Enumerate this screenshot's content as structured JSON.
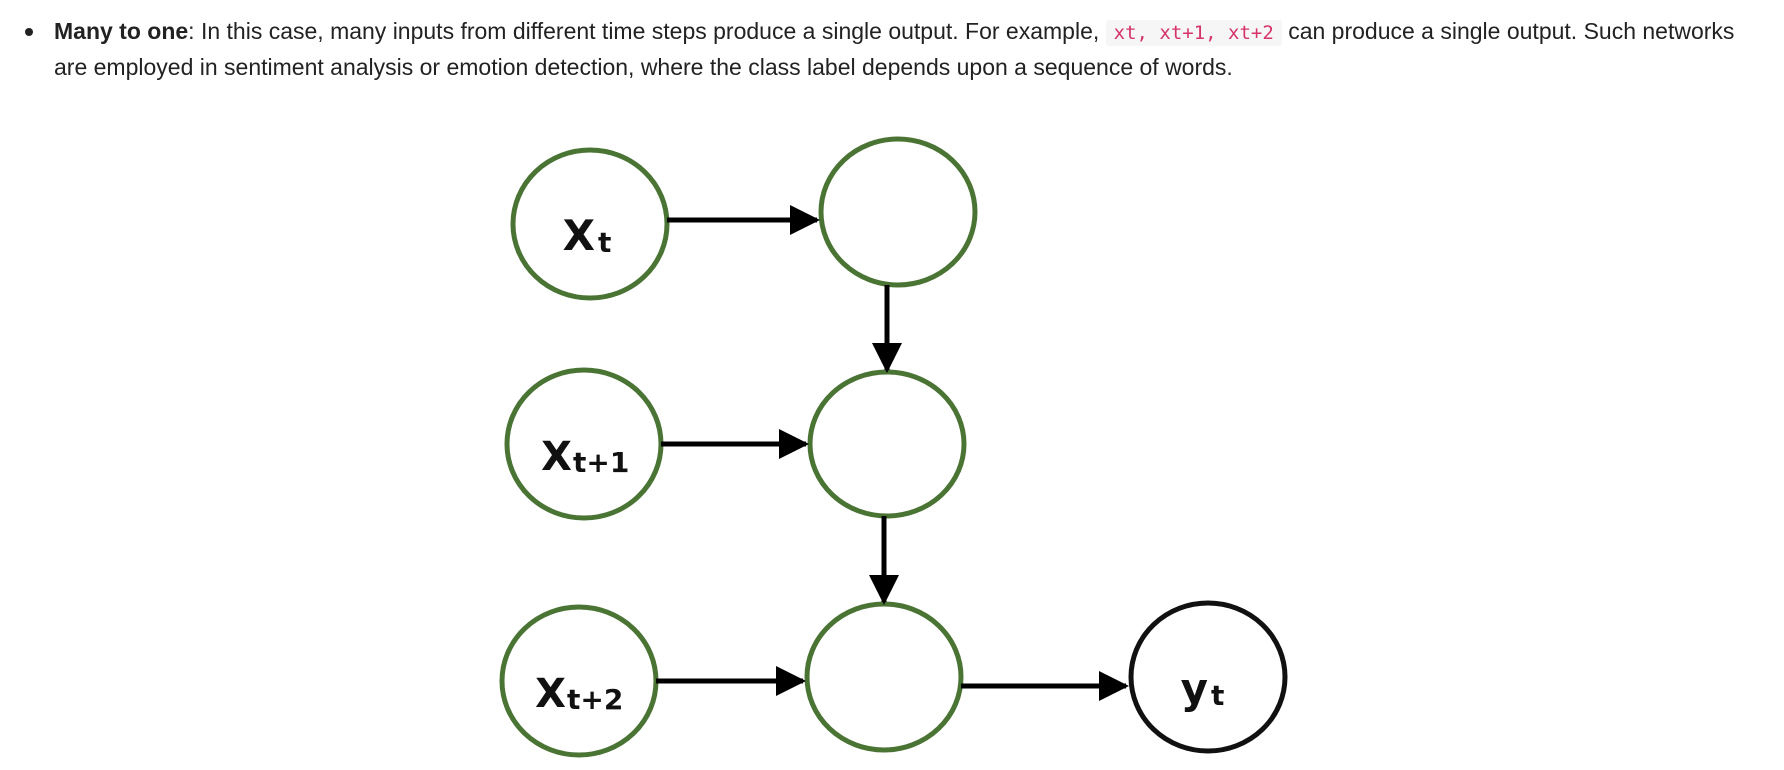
{
  "bullet": {
    "term": "Many to one",
    "text_before_code": ": In this case, many inputs from different time steps produce a single output. For example, ",
    "code": "xt, xt+1, xt+2",
    "text_after_code": " can produce a single output. Such networks are employed in sentiment analysis or emotion detection, where the class label depends upon a sequence of words."
  },
  "diagram": {
    "inputs": [
      {
        "main": "X",
        "sub": "t"
      },
      {
        "main": "X",
        "sub": "t+1"
      },
      {
        "main": "X",
        "sub": "t+2"
      }
    ],
    "output": {
      "main": "y",
      "sub": "t"
    },
    "colors": {
      "node_border": "#4a7433",
      "output_border": "#111111",
      "arrow": "#000000"
    }
  }
}
